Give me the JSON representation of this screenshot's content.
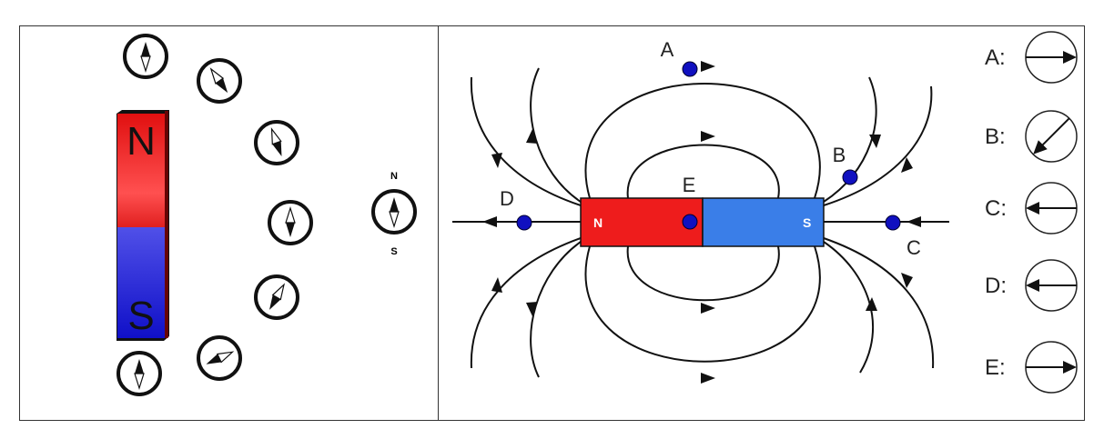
{
  "left_panel": {
    "magnet": {
      "north": "N",
      "south": "S"
    },
    "reference_compass": {
      "north": "N",
      "south": "S"
    }
  },
  "right_panel": {
    "magnet": {
      "north": "N",
      "south": "S"
    },
    "points": {
      "a": "A",
      "b": "B",
      "c": "C",
      "d": "D",
      "e": "E"
    },
    "key": [
      {
        "label": "A:",
        "direction": "right"
      },
      {
        "label": "B:",
        "direction": "down-left"
      },
      {
        "label": "C:",
        "direction": "left"
      },
      {
        "label": "D:",
        "direction": "left"
      },
      {
        "label": "E:",
        "direction": "right"
      }
    ]
  },
  "colors": {
    "north": "#ee1c1c",
    "south": "#3a5ee8",
    "point": "#1010c0"
  }
}
